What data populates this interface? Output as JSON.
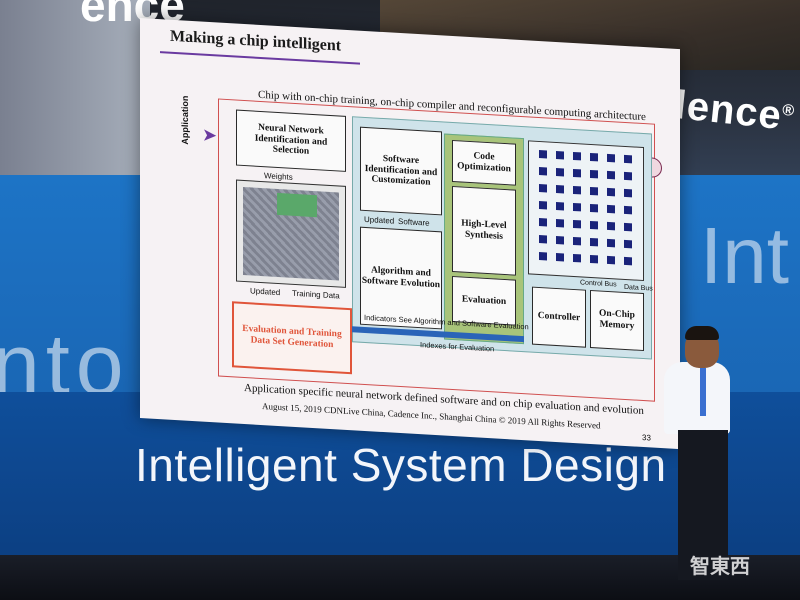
{
  "slide": {
    "title": "Making a chip intelligent",
    "subtitle": "Chip with on-chip training, on-chip compiler and reconfigurable computing architecture",
    "side_label": "Application",
    "blocks": {
      "nn": "Neural Network Identification and Selection",
      "eval_gen": "Evaluation and Training Data Set Generation",
      "sw_id": "Software Identification and Customization",
      "algorithm": "Algorithm and Software Evolution",
      "code_opt": "Code Optimization",
      "hls": "High-Level Synthesis",
      "evaluation": "Evaluation",
      "controller": "Controller",
      "memory": "On-Chip Memory"
    },
    "labels": {
      "weights": "Weights",
      "updated": "Updated",
      "training_data": "Training Data",
      "updated2": "Updated",
      "software": "Software",
      "indicators": "Indicators",
      "see_alg": "See Algorithm and Software Evaluation",
      "indexes": "Indexes for Evaluation",
      "control_bus": "Control Bus",
      "data_bus": "Data Bus"
    },
    "footer": "Application specific neural network defined software and on chip evaluation and evolution",
    "copyright": "August 15, 2019  CDNLive China, Cadence Inc., Shanghai China © 2019 All Rights Reserved",
    "page_number": "33"
  },
  "stage": {
    "banner": "Intelligent System Design",
    "brand": "cādence",
    "brand_mark": "®",
    "top_fragment": "ence",
    "left_fragment": "nto",
    "right_fragment": "Int"
  },
  "watermark": "智東西",
  "colors": {
    "stage_blue": "#1d74c6",
    "banner_blue": "#0f4f9b",
    "eval_orange": "#e0553a",
    "panel_teal": "#cfe3ea",
    "panel_green": "#a8c47a"
  }
}
